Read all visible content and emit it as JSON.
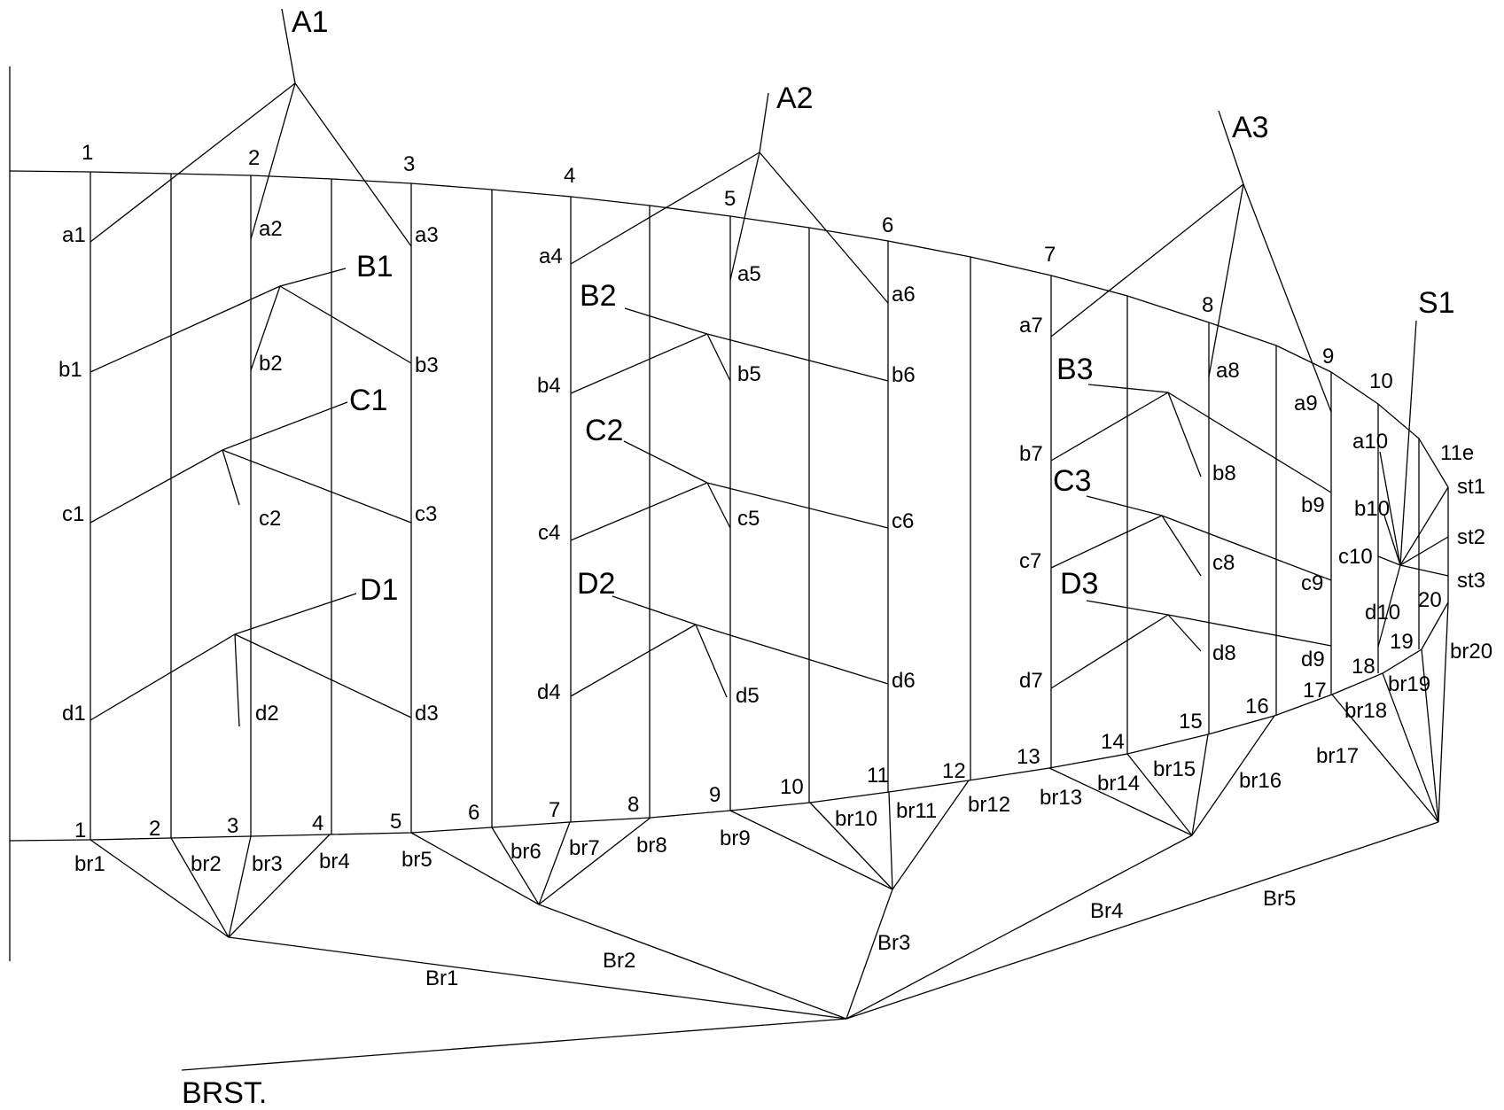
{
  "diagram": {
    "top_numbers": [
      "1",
      "2",
      "3",
      "4",
      "5",
      "6",
      "7",
      "8",
      "9",
      "10",
      "11e"
    ],
    "bottom_numbers": [
      "1",
      "2",
      "3",
      "4",
      "5",
      "6",
      "7",
      "8",
      "9",
      "10",
      "11",
      "12",
      "13",
      "14",
      "15",
      "16",
      "17",
      "18",
      "19",
      "20"
    ],
    "row_a": [
      "a1",
      "a2",
      "a3",
      "a4",
      "a5",
      "a6",
      "a7",
      "a8",
      "a9",
      "a10"
    ],
    "row_b": [
      "b1",
      "b2",
      "b3",
      "b4",
      "b5",
      "b6",
      "b7",
      "b8",
      "b9",
      "b10"
    ],
    "row_c": [
      "c1",
      "c2",
      "c3",
      "c4",
      "c5",
      "c6",
      "c7",
      "c8",
      "c9",
      "c10"
    ],
    "row_d": [
      "d1",
      "d2",
      "d3",
      "d4",
      "d5",
      "d6",
      "d7",
      "d8",
      "d9",
      "d10"
    ],
    "groups_a": [
      "A1",
      "A2",
      "A3"
    ],
    "groups_b": [
      "B1",
      "B2",
      "B3"
    ],
    "groups_c": [
      "C1",
      "C2",
      "C3"
    ],
    "groups_d": [
      "D1",
      "D2",
      "D3"
    ],
    "stern_group": "S1",
    "stern_points": [
      "st1",
      "st2",
      "st3"
    ],
    "bridles": [
      "br1",
      "br2",
      "br3",
      "br4",
      "br5",
      "br6",
      "br7",
      "br8",
      "br9",
      "br10",
      "br11",
      "br12",
      "br13",
      "br14",
      "br15",
      "br16",
      "br17",
      "br18",
      "br19",
      "br20"
    ],
    "bridle_groups": [
      "Br1",
      "Br2",
      "Br3",
      "Br4",
      "Br5"
    ],
    "main_line": "BRST."
  }
}
